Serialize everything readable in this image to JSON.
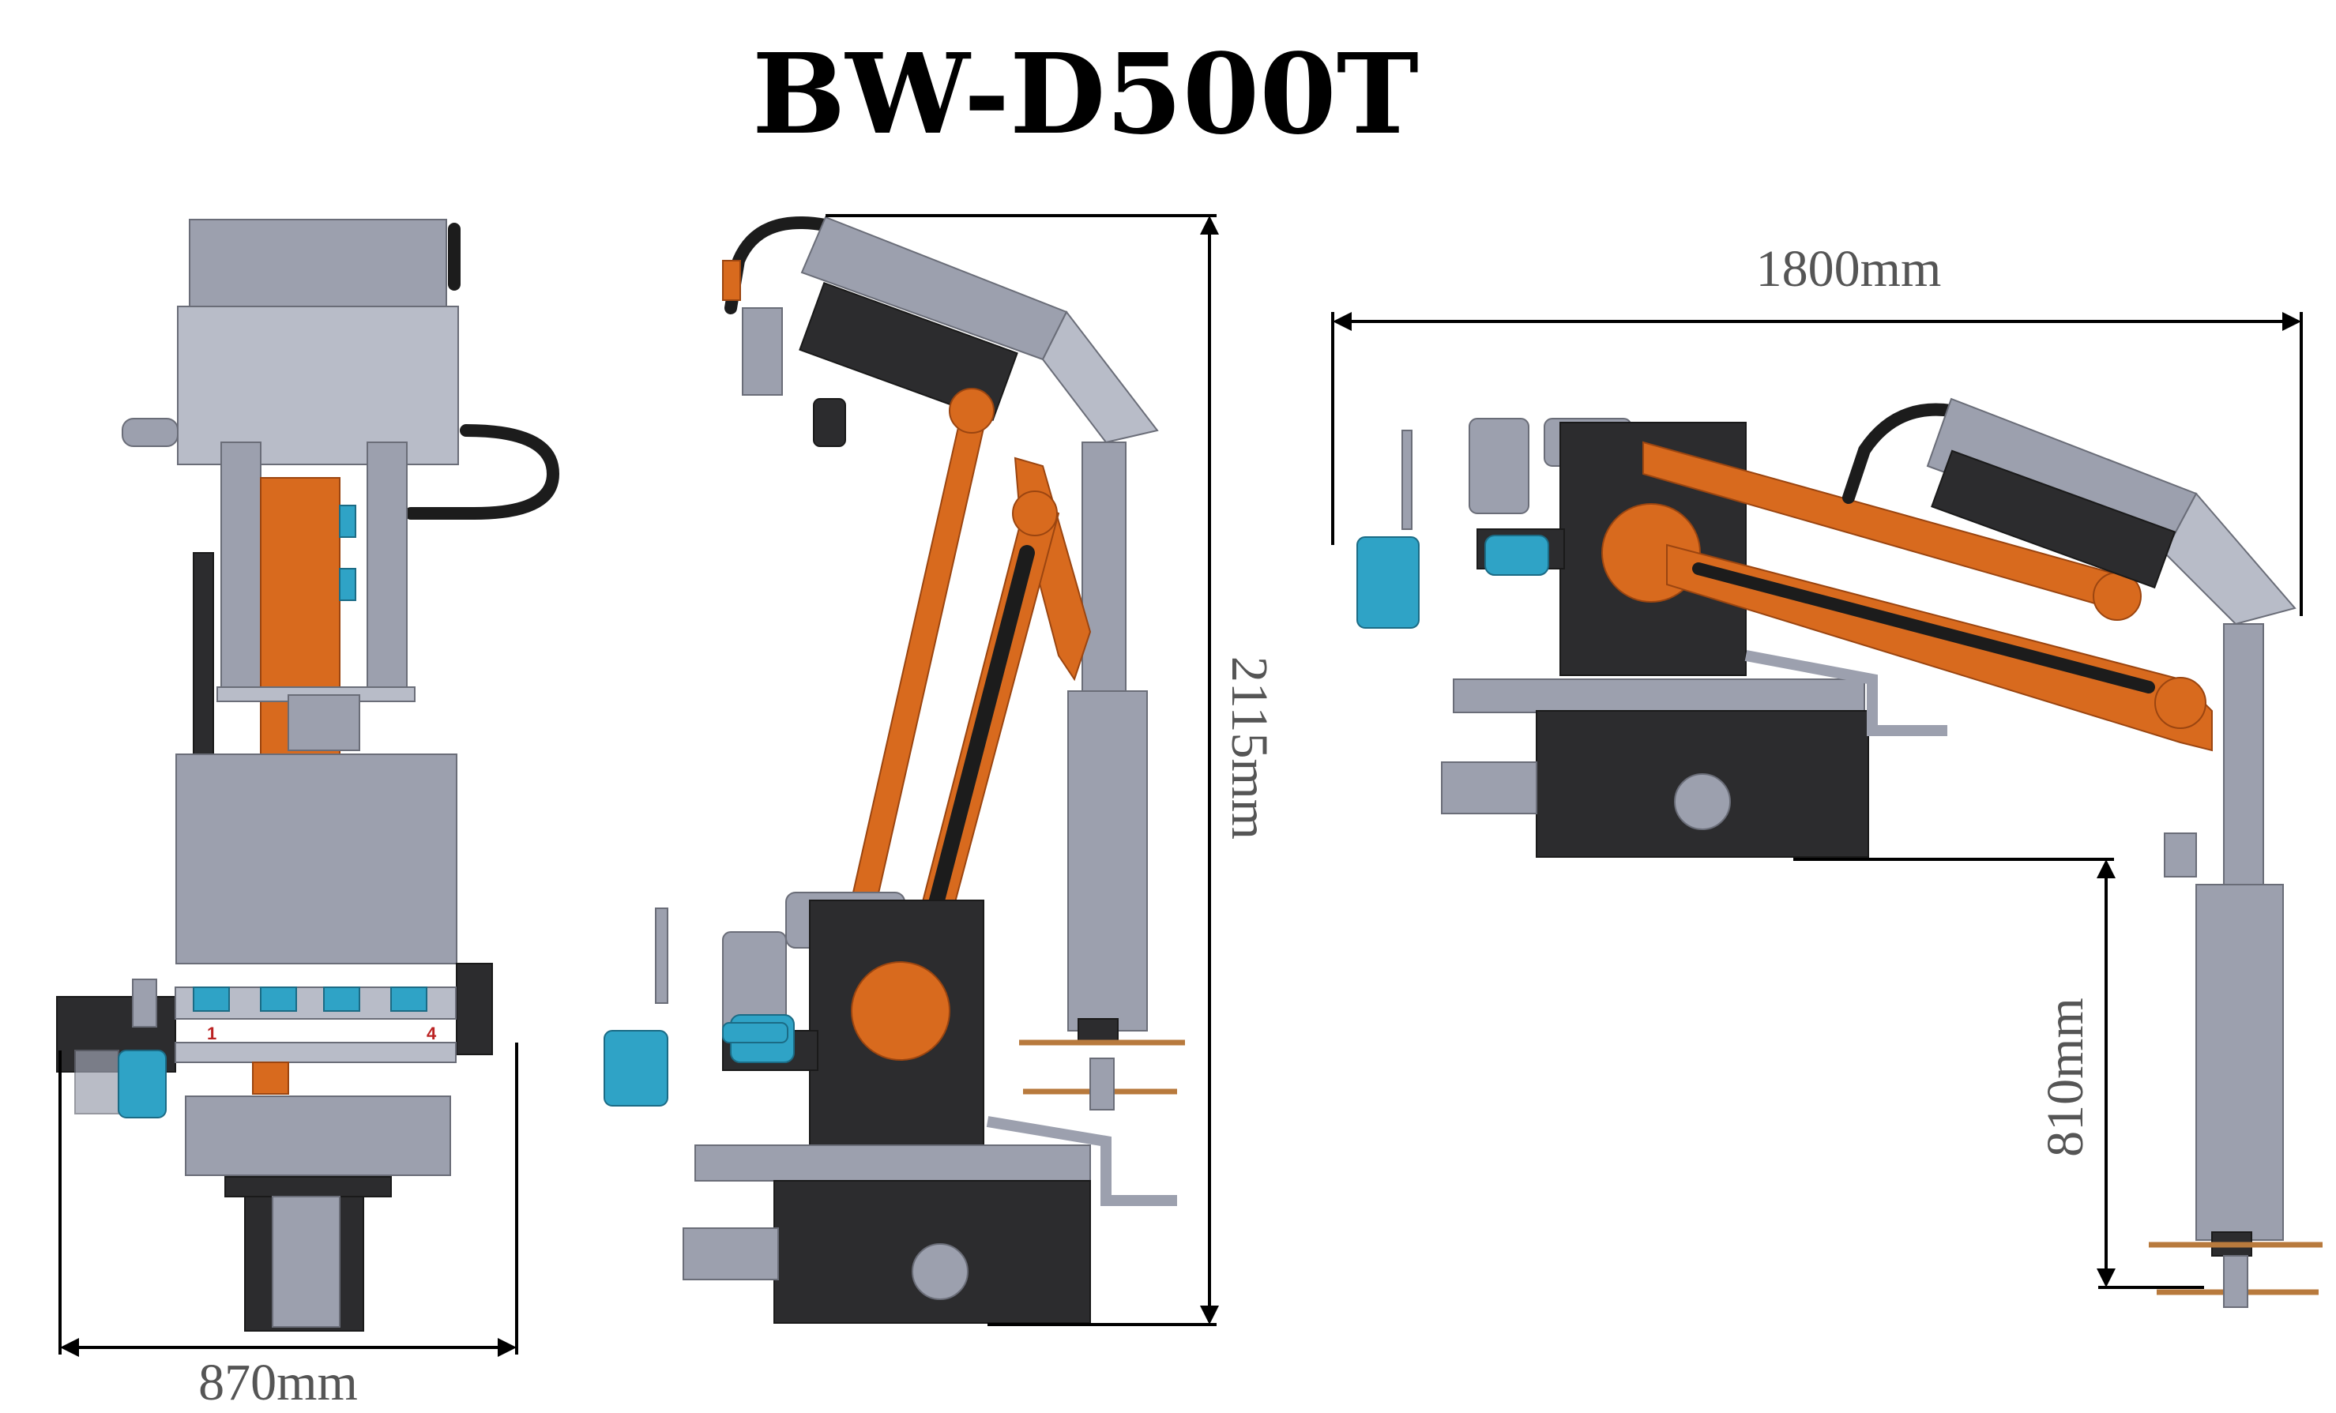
{
  "title": "BW-D500T",
  "dimensions": {
    "front_width": "870mm",
    "side_height": "2115mm",
    "reach_length": "1800mm",
    "tool_height": "810mm"
  },
  "front_view": {
    "station_labels": [
      "1",
      "4"
    ]
  },
  "colors": {
    "arm": "#d86a1e",
    "body": "#9ca0ae",
    "base": "#2c2c2e",
    "accent": "#2fa3c6"
  }
}
